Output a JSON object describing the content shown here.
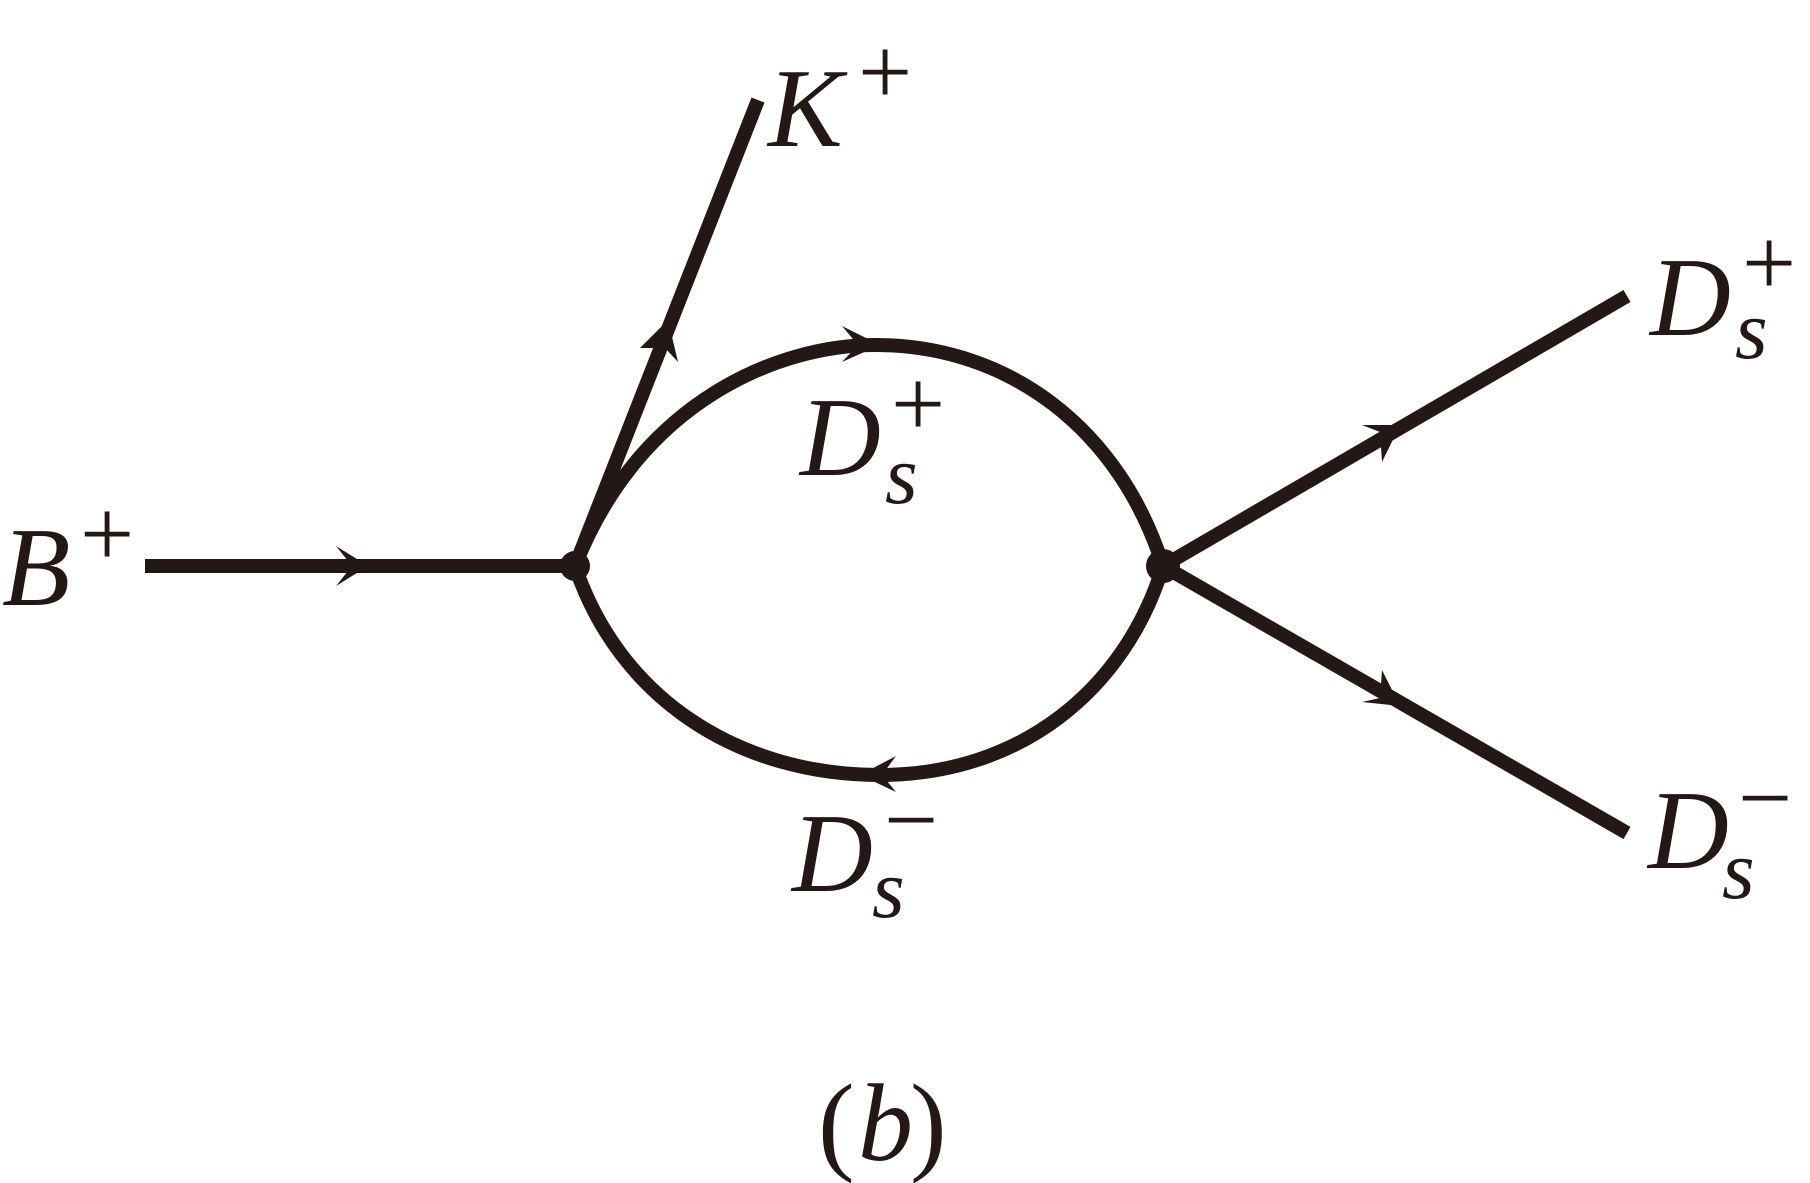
{
  "colors": {
    "ink": "#231816",
    "background": "#ffffff"
  },
  "labels": {
    "incoming": {
      "name": "B",
      "charge": "+"
    },
    "emitted": {
      "name": "K",
      "charge": "+"
    },
    "loop_upper": {
      "name": "D",
      "sub": "s",
      "charge": "+"
    },
    "loop_lower": {
      "name": "D",
      "sub": "s",
      "charge": "−"
    },
    "out_upper": {
      "name": "D",
      "sub": "s",
      "charge": "+"
    },
    "out_lower": {
      "name": "D",
      "sub": "s",
      "charge": "−"
    }
  },
  "caption": {
    "open": "(",
    "letter": "b",
    "close": ")"
  }
}
